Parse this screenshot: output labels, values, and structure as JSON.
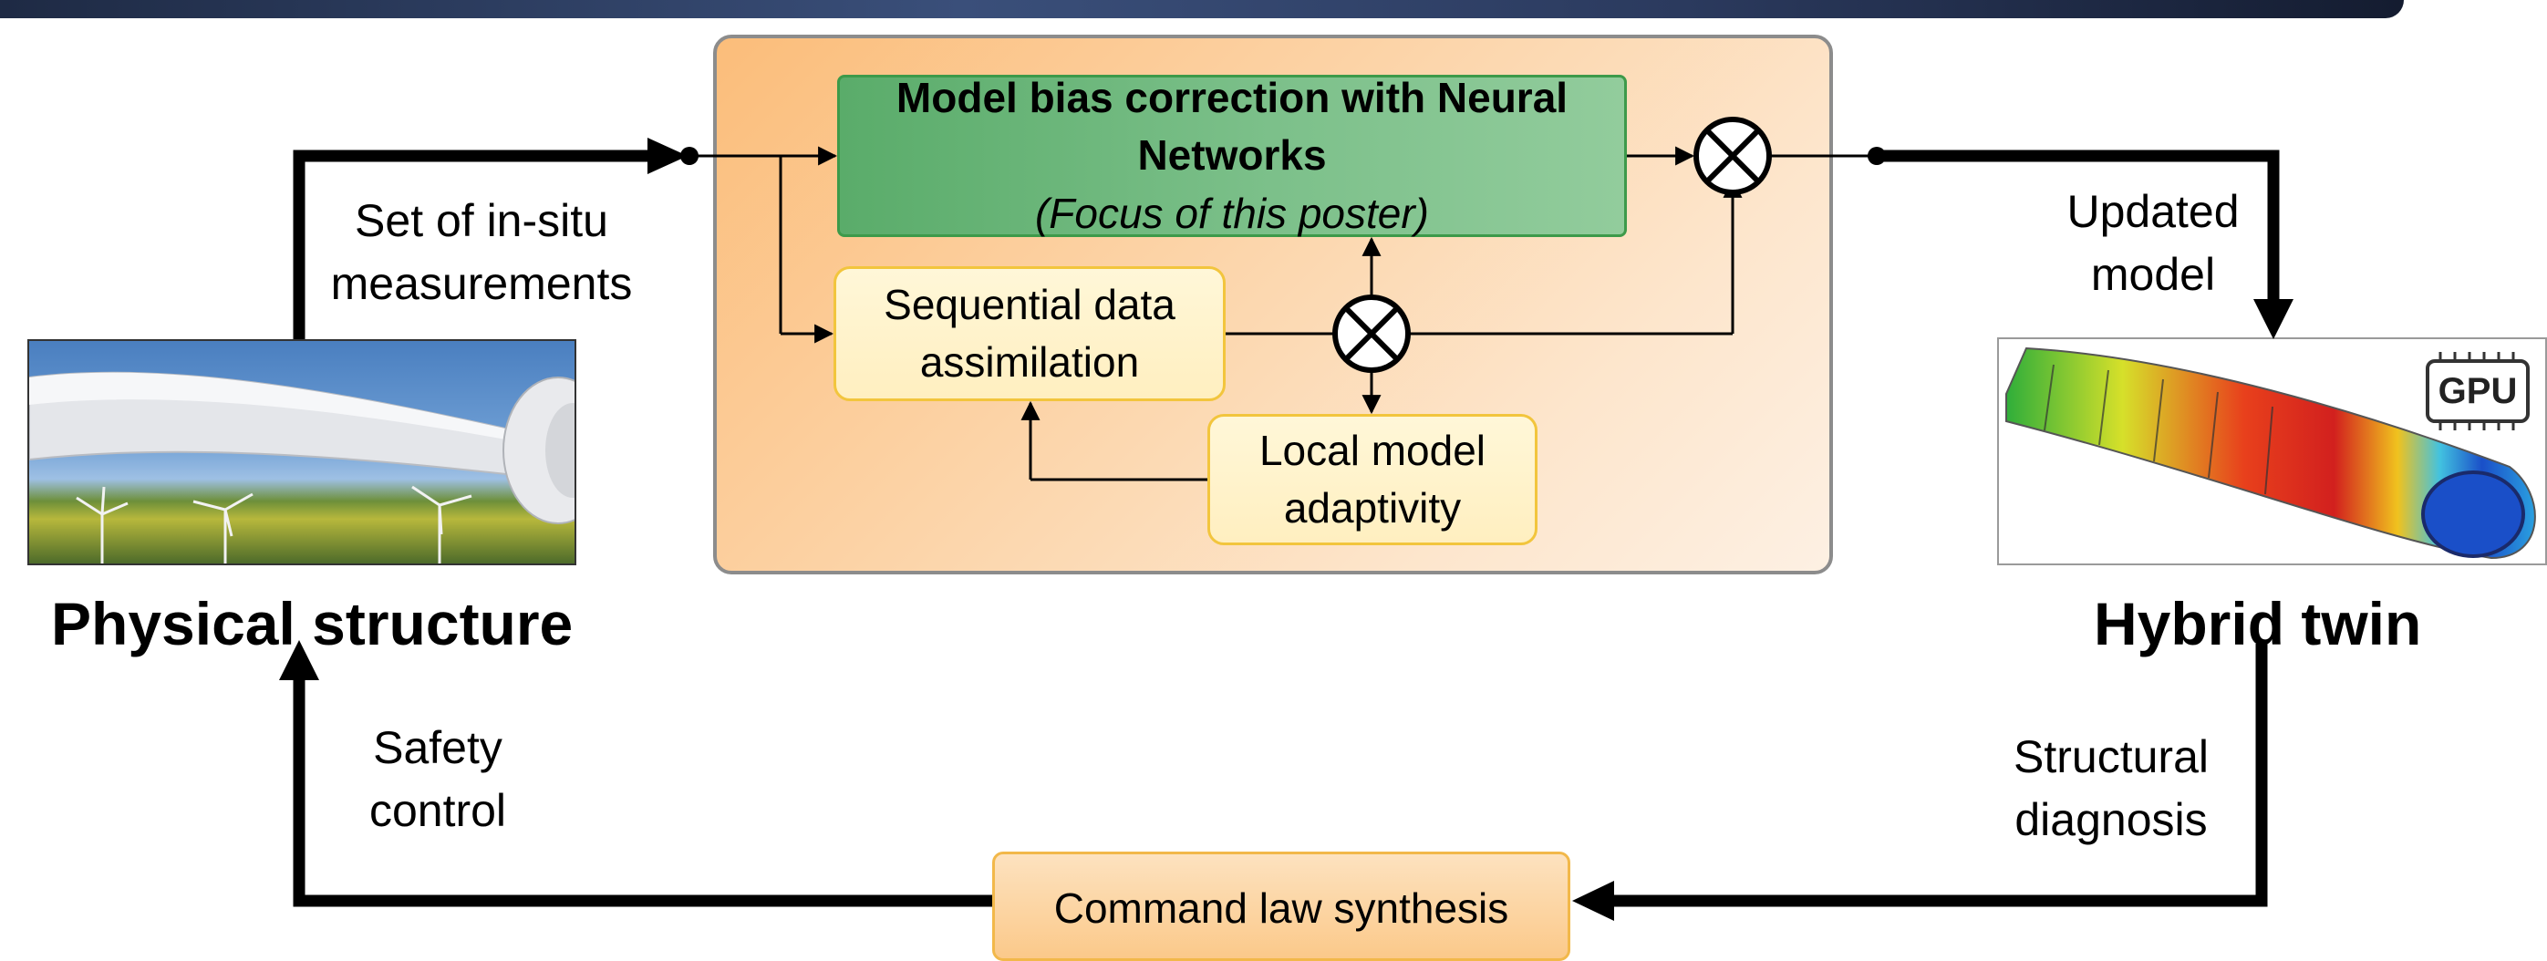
{
  "core_loop": {
    "nn_box": {
      "title_line1": "Model bias correction with Neural",
      "title_line2": "Networks",
      "note": "(Focus of this poster)"
    },
    "sequential_da": {
      "line1": "Sequential data",
      "line2": "assimilation"
    },
    "local_adaptivity": {
      "line1": "Local model",
      "line2": "adaptivity"
    }
  },
  "physical_structure": {
    "label": "Physical structure"
  },
  "hybrid_twin": {
    "label": "Hybrid twin",
    "gpu_badge": "GPU"
  },
  "arrows": {
    "measurements": {
      "line1": "Set of in-situ",
      "line2": "measurements"
    },
    "updated_model": {
      "line1": "Updated",
      "line2": "model"
    },
    "structural_diagnosis": {
      "line1": "Structural",
      "line2": "diagnosis"
    },
    "safety_control": {
      "line1": "Safety",
      "line2": "control"
    }
  },
  "command_law": {
    "label": "Command law synthesis"
  },
  "colors": {
    "panel_orange": "#fbbd7a",
    "nn_green": "#7cc08a",
    "box_yellow_border": "#f2c53d",
    "loop_black": "#000000"
  }
}
